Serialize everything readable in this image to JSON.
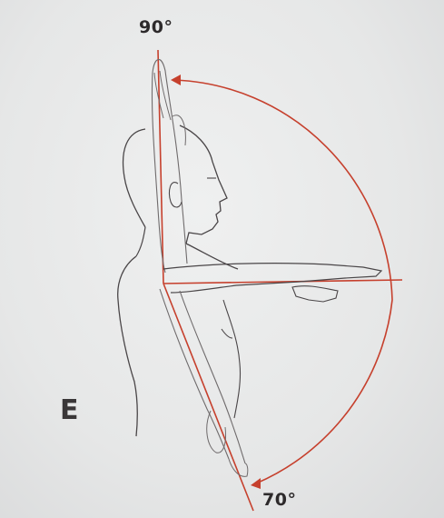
{
  "figure": {
    "panel_letter": "E",
    "angle_top": "90°",
    "angle_bottom": "70°",
    "colors": {
      "arc": "#c6402d",
      "outline": "#4a4648",
      "background": "#e6e7e7"
    }
  }
}
